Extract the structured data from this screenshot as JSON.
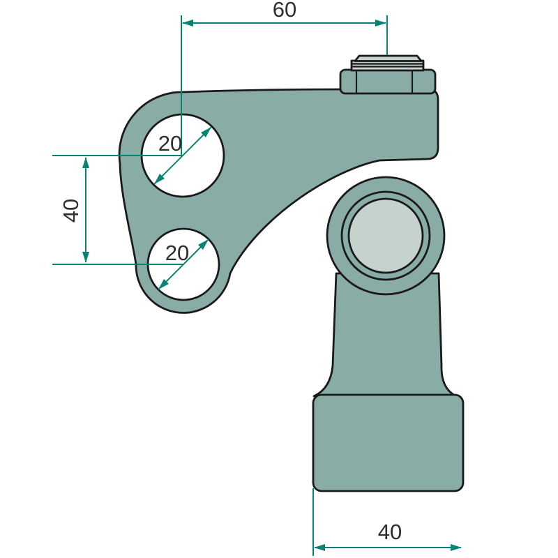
{
  "drawing": {
    "type": "technical-drawing",
    "dimensions": {
      "top_width": "60",
      "hole_spacing": "40",
      "upper_hole_diameter": "20",
      "lower_hole_diameter": "20",
      "base_width": "40"
    },
    "colors": {
      "body_fill": "#8aaca6",
      "light_fill": "#c6d2cd",
      "outline": "#1a1a1a",
      "dimension_line": "#0a8172",
      "label_text": "#2e2e2e",
      "background": "#ffffff"
    }
  }
}
